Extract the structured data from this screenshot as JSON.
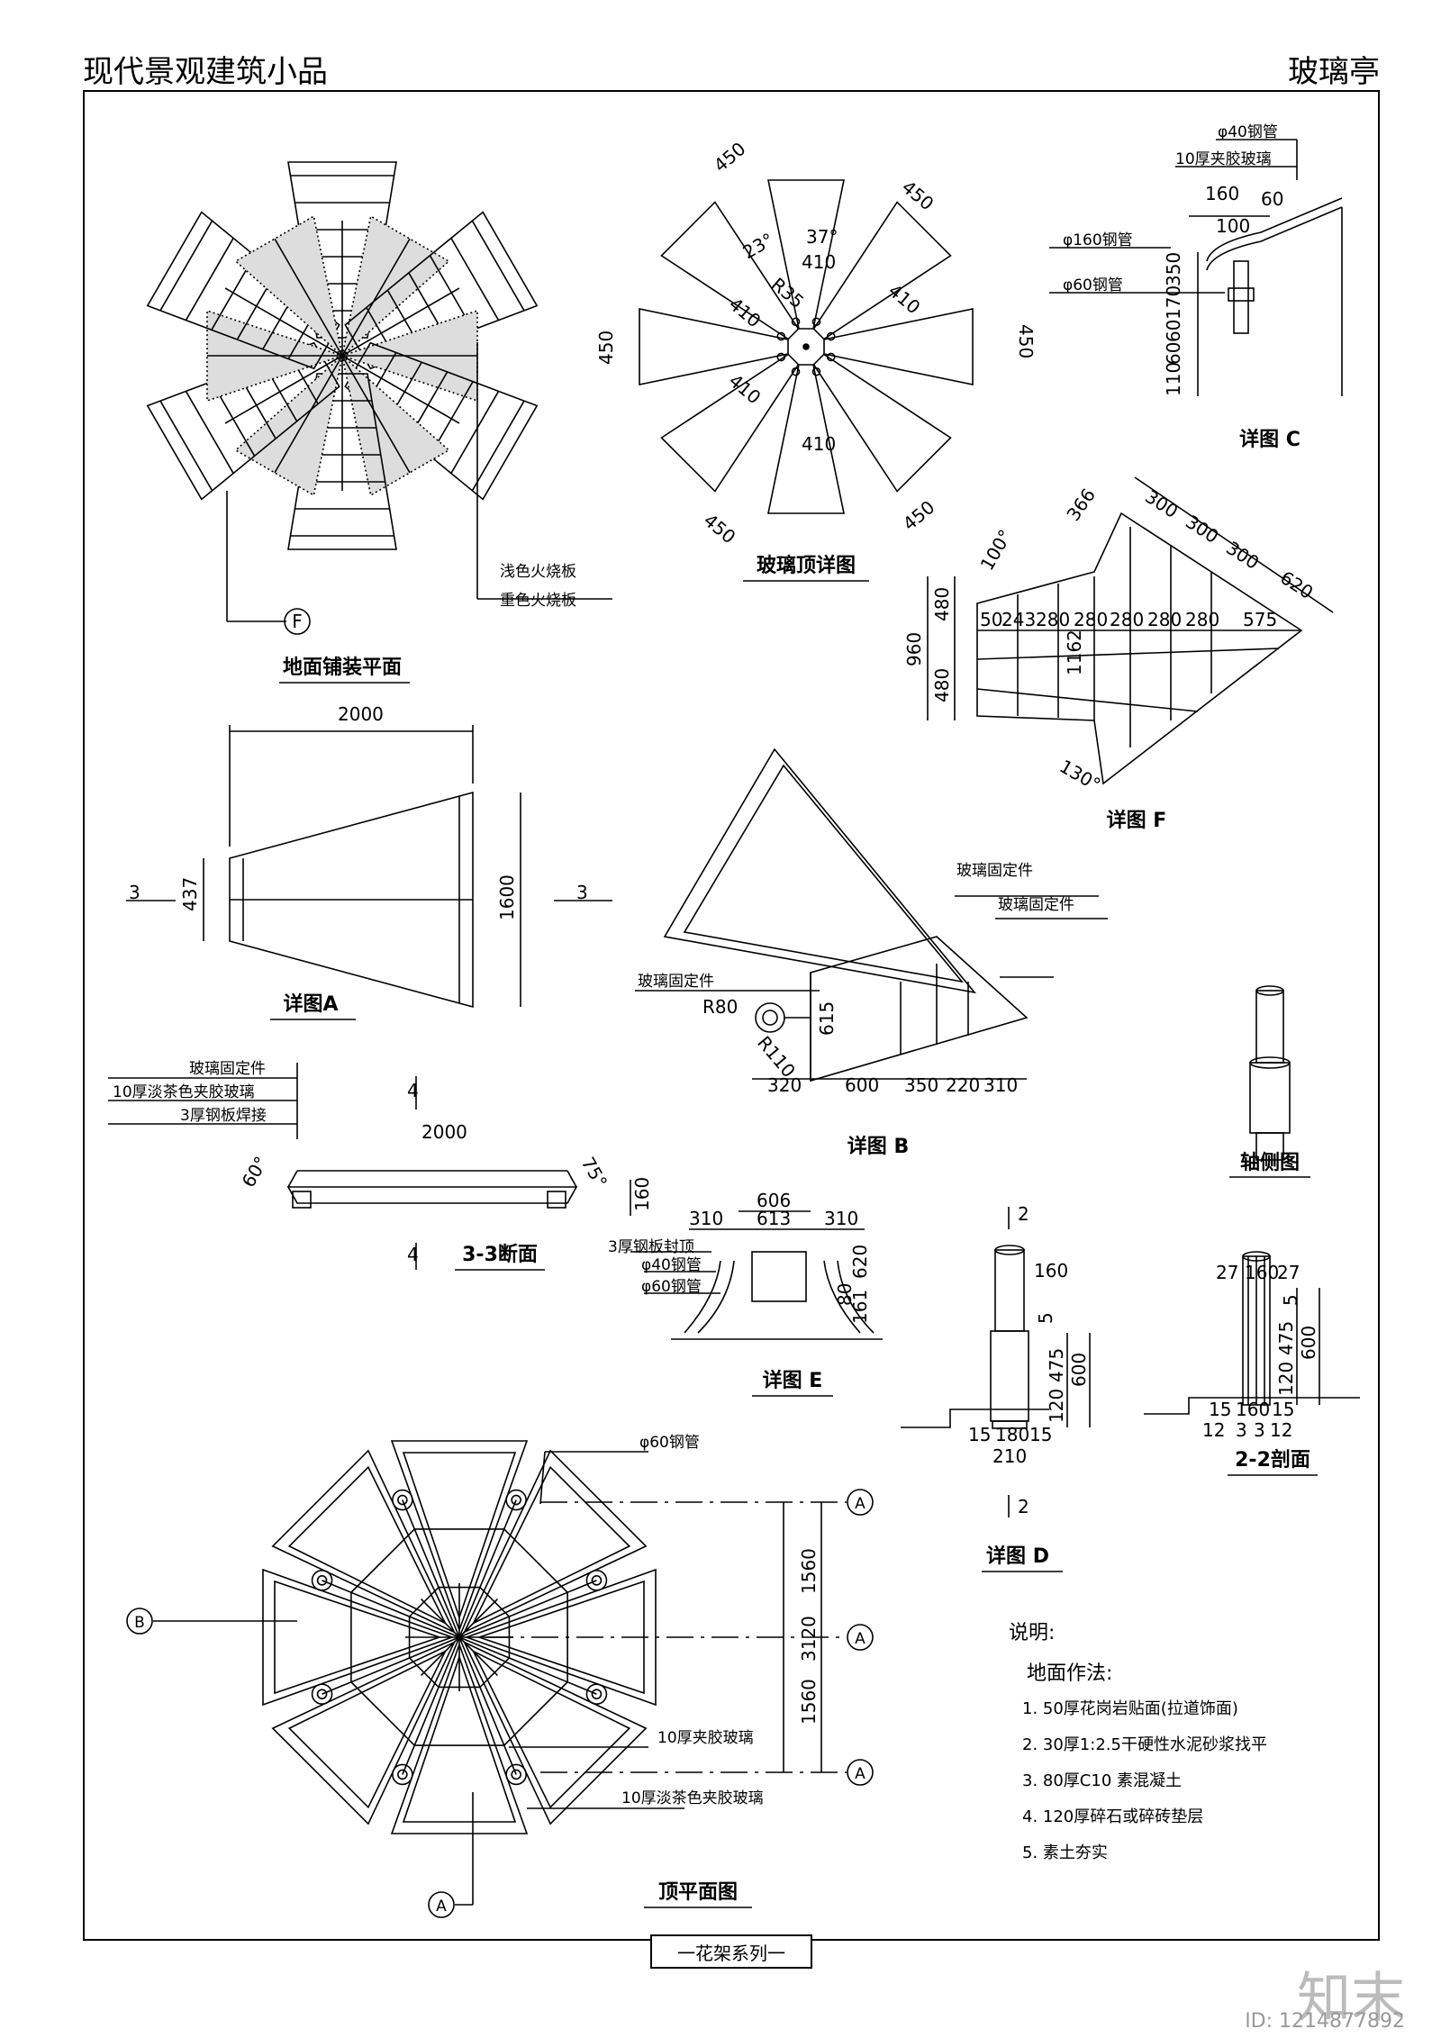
{
  "header": {
    "left": "现代景观建筑小品",
    "right": "玻璃亭"
  },
  "captions": {
    "ground": "地面铺装平面",
    "glass_top": "玻璃顶详图",
    "detail_c": "详图 C",
    "detail_f": "详图 F",
    "detail_a": "详图A",
    "detail_b": "详图 B",
    "section_33": "3-3断面",
    "detail_e": "详图 E",
    "detail_d": "详图 D",
    "axon": "轴侧图",
    "section_22": "2-2剖面",
    "top_plan": "顶平面图"
  },
  "labels": {
    "light_board": "浅色火烧板",
    "dark_board": "重色火烧板",
    "pipe40": "φ40钢管",
    "glass10": "10厚夹胶玻璃",
    "pipe160": "φ160钢管",
    "pipe60": "φ60钢管",
    "glass_fix": "玻璃固定件",
    "tea_glass": "10厚淡茶色夹胶玻璃",
    "steel_weld": "3厚钢板焊接",
    "steel_cap": "3厚钢板封顶",
    "glass10_b": "10厚夹胶玻璃",
    "tea_glass_b": "10厚淡茶色夹胶玻璃"
  },
  "dims": {
    "glass_top": [
      "450",
      "450",
      "450",
      "450",
      "450",
      "450",
      "37°",
      "23°",
      "R35",
      "410",
      "410",
      "410",
      "410",
      "410"
    ],
    "detail_c": [
      "160",
      "60",
      "100",
      "350",
      "170",
      "60",
      "60",
      "110"
    ],
    "detail_f": [
      "366",
      "300",
      "300",
      "300",
      "620",
      "100°",
      "480",
      "480",
      "960",
      "50",
      "243",
      "280",
      "280",
      "280",
      "280",
      "280",
      "575",
      "1162",
      "130°"
    ],
    "detail_a": [
      "2000",
      "437",
      "1600",
      "3",
      "3"
    ],
    "detail_b": [
      "R80",
      "R110",
      "615",
      "320",
      "600",
      "350",
      "220",
      "310"
    ],
    "section_33": [
      "2000",
      "60°",
      "75°",
      "160",
      "4",
      "4"
    ],
    "detail_e": [
      "606",
      "310",
      "613",
      "310",
      "620",
      "80",
      "161"
    ],
    "detail_d": [
      "2",
      "160",
      "5",
      "475",
      "600",
      "120",
      "15",
      "180",
      "15",
      "210",
      "2"
    ],
    "section_22": [
      "27",
      "160",
      "27",
      "5",
      "475",
      "600",
      "120",
      "15",
      "160",
      "15",
      "12",
      "3",
      "3",
      "12"
    ],
    "top_plan": [
      "1560",
      "1560",
      "3120",
      "A",
      "A",
      "A",
      "A",
      "B"
    ]
  },
  "markers": {
    "f": "F"
  },
  "notes": {
    "title": "说明:",
    "subtitle": "地面作法:",
    "items": [
      "1.  50厚花岗岩贴面(拉道饰面)",
      "2.  30厚1:2.5干硬性水泥砂浆找平",
      "3.  80厚C10 素混凝土",
      "4.  120厚碎石或碎砖垫层",
      "5.  素土夯实"
    ]
  },
  "footer": "一花架系列一",
  "watermark": {
    "brand": "知末",
    "id": "ID: 1214877892"
  }
}
